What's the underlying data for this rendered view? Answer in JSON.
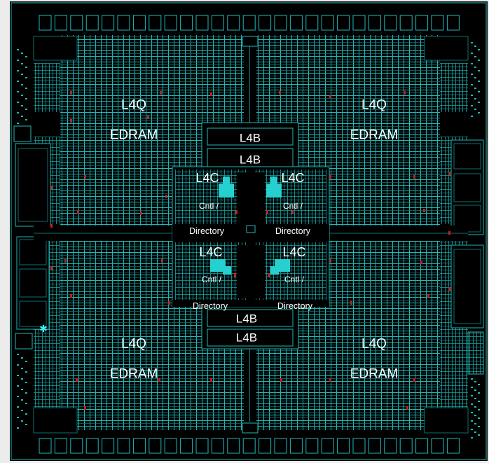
{
  "die": {
    "colors": {
      "background": "#000000",
      "wire": "#1fb8b8",
      "wire_dim": "#0f6e6e",
      "accent_red": "#c81e1e",
      "frame": "#0a0a0a"
    },
    "labels": {
      "q_top_left": {
        "name": "L4Q",
        "type": "EDRAM"
      },
      "q_top_right": {
        "name": "L4Q",
        "type": "EDRAM"
      },
      "q_bottom_left": {
        "name": "L4Q",
        "type": "EDRAM"
      },
      "q_bottom_right": {
        "name": "L4Q",
        "type": "EDRAM"
      },
      "l4b_1": "L4B",
      "l4b_2": "L4B",
      "l4b_3": "L4B",
      "l4b_4": "L4B",
      "l4c_top_left": {
        "name": "L4C",
        "ctl": "Cntl /",
        "dir": "Directory"
      },
      "l4c_top_right": {
        "name": "L4C",
        "ctl": "Cntl /",
        "dir": "Directory"
      },
      "l4c_bottom_left": {
        "name": "L4C",
        "ctl": "Cntl /",
        "dir": "Directory"
      },
      "l4c_bottom_right": {
        "name": "L4C",
        "ctl": "Cntl /",
        "dir": "Directory"
      }
    }
  }
}
